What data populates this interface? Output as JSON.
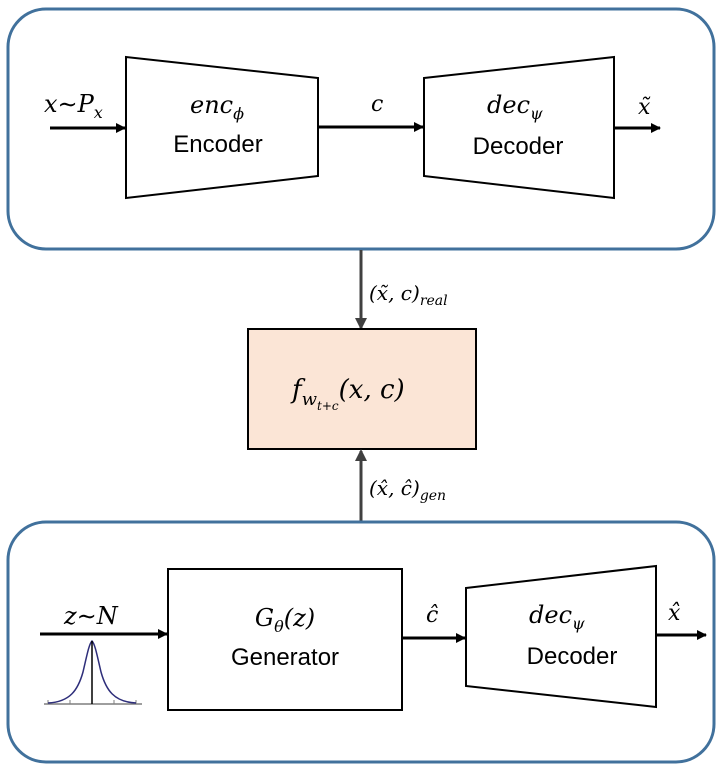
{
  "top_panel": {
    "input_label": "x∼P",
    "input_sub": "x",
    "encoder": {
      "math": "enc",
      "math_sub": "ϕ",
      "label": "Encoder"
    },
    "code_label": "c",
    "decoder": {
      "math": "dec",
      "math_sub": "ψ",
      "label": "Decoder"
    },
    "output_label": "x̃"
  },
  "middle": {
    "real_pair": "(x̃, c)",
    "real_sub": "real",
    "critic_math": "f",
    "critic_sub": "w",
    "critic_subsub": "t+c",
    "critic_args": "(x, c)",
    "gen_pair": "(x̂, ĉ)",
    "gen_sub": "gen"
  },
  "bottom_panel": {
    "input_label": "z∼N",
    "generator": {
      "math": "G",
      "math_sub": "θ",
      "math_args": "(z)",
      "label": "Generator"
    },
    "code_label": "ĉ",
    "decoder": {
      "math": "dec",
      "math_sub": "ψ",
      "label": "Decoder"
    },
    "output_label": "x̂"
  },
  "colors": {
    "panel_border": "#41719c",
    "critic_fill": "#fbe5d6",
    "stroke": "#000000",
    "connector": "#404040"
  }
}
